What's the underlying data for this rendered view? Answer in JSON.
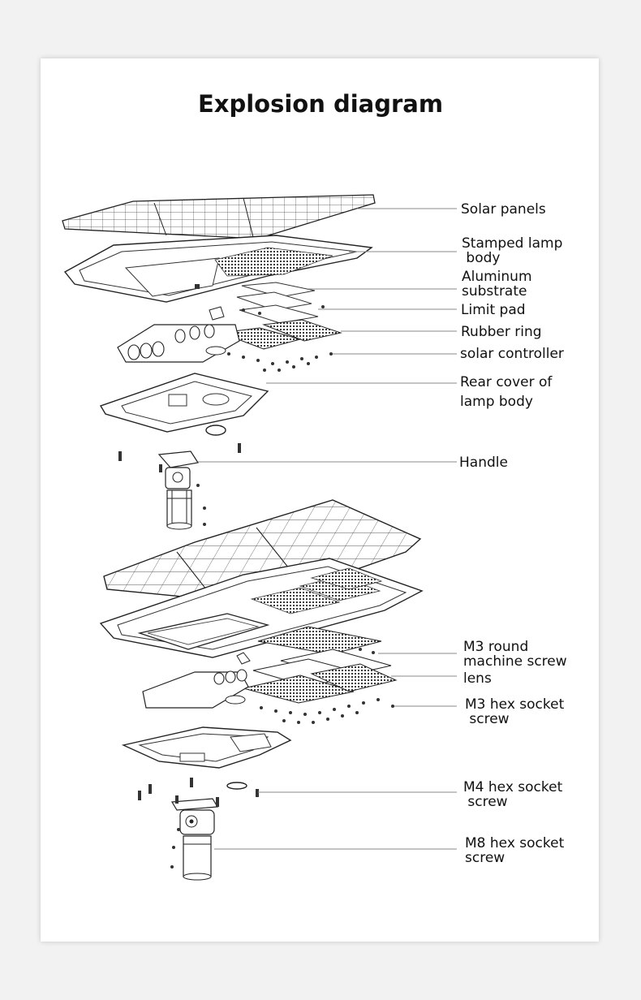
{
  "title": "Explosion diagram",
  "labels": {
    "solar_panels": [
      "Solar panels"
    ],
    "stamped_lamp_body": [
      "Stamped lamp",
      " body"
    ],
    "aluminum_substrate": [
      "Aluminum",
      "substrate"
    ],
    "limit_pad": [
      "Limit pad"
    ],
    "rubber_ring": [
      "Rubber ring"
    ],
    "solar_controller": [
      "solar controller"
    ],
    "rear_cover": [
      "Rear cover of",
      "lamp body"
    ],
    "handle": [
      "Handle"
    ],
    "m3_round": [
      "M3 round",
      "machine screw"
    ],
    "lens": [
      "lens"
    ],
    "m3_hex": [
      "M3 hex socket",
      " screw"
    ],
    "m4_hex": [
      "M4 hex socket",
      " screw"
    ],
    "m8_hex": [
      "M8 hex socket",
      "screw"
    ]
  }
}
